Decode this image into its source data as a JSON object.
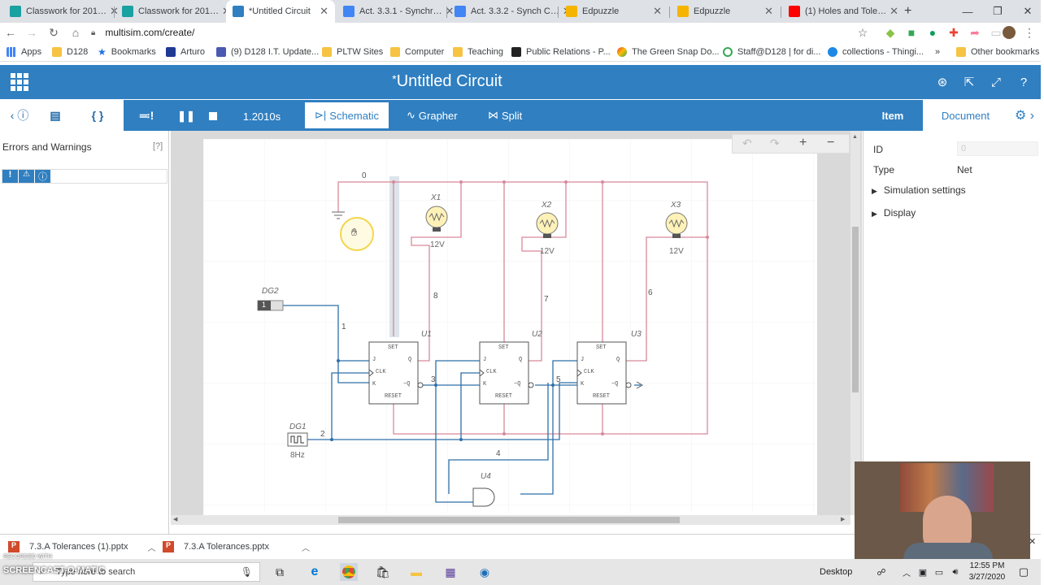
{
  "browser": {
    "tabs": [
      {
        "label": "Classwork for 201…",
        "color": "#1aa1a1"
      },
      {
        "label": "Classwork for 201…",
        "color": "#1aa1a1"
      },
      {
        "label": "*Untitled Circuit",
        "color": "#2f7fc1",
        "active": true
      },
      {
        "label": "Act. 3.3.1 - Synchr…",
        "color": "#4285f4"
      },
      {
        "label": "Act. 3.3.2 - Synch C…",
        "color": "#4285f4"
      },
      {
        "label": "Edpuzzle",
        "color": "#f5b400"
      },
      {
        "label": "Edpuzzle",
        "color": "#f5b400"
      },
      {
        "label": "(1) Holes and Tole…",
        "color": "#ff0000"
      }
    ],
    "url": "multisim.com/create/",
    "bookmarks": [
      {
        "label": "Apps",
        "icon": "apps-grid-icon"
      },
      {
        "label": "D128",
        "icon": "folder-icon"
      },
      {
        "label": "Bookmarks",
        "icon": "star-icon"
      },
      {
        "label": "Arturo",
        "icon": "p-icon"
      },
      {
        "label": "(9) D128 I.T. Update...",
        "icon": "chat-icon"
      },
      {
        "label": "PLTW Sites",
        "icon": "folder-icon"
      },
      {
        "label": "Computer",
        "icon": "folder-icon"
      },
      {
        "label": "Teaching",
        "icon": "folder-icon"
      },
      {
        "label": "Public Relations - P...",
        "icon": "pr-icon"
      },
      {
        "label": "The Green Snap Do...",
        "icon": "snap-icon"
      },
      {
        "label": "Staff@D128 | for di...",
        "icon": "g-icon"
      },
      {
        "label": "collections - Thingi...",
        "icon": "thingi-icon"
      },
      {
        "label": "Other bookmarks",
        "icon": "folder-icon"
      }
    ],
    "more_bookmarks": "»"
  },
  "app": {
    "title_mark": "*",
    "title": "Untitled Circuit",
    "sim_time": "1.2010s",
    "view_tabs": [
      "Schematic",
      "Grapher",
      "Split"
    ],
    "right_tabs": [
      "Item",
      "Document"
    ],
    "left_panel": {
      "title": "Errors and Warnings",
      "help": "[?]"
    },
    "properties": {
      "id_label": "ID",
      "id_value": "0",
      "type_label": "Type",
      "type_value": "Net",
      "sections": [
        "Simulation settings",
        "Display"
      ]
    }
  },
  "schematic": {
    "components": {
      "x1": "X1",
      "x2": "X2",
      "x3": "X3",
      "volt": "12V",
      "u1": "U1",
      "u2": "U2",
      "u3": "U3",
      "u4": "U4",
      "dg1": "DG1",
      "dg2": "DG2",
      "dg2_value": "1",
      "freq": "8Hz"
    },
    "nets": {
      "n0": "0",
      "n1": "1",
      "n2": "2",
      "n3": "3",
      "n4": "4",
      "n5": "5",
      "n6": "6",
      "n7": "7",
      "n8": "8"
    },
    "ff_pins": {
      "set": "SET",
      "reset": "RESET",
      "j": "J",
      "clk": "CLK",
      "k": "K",
      "q": "Q",
      "qn": "~Q"
    }
  },
  "downloads": [
    {
      "label": "7.3.A Tolerances (1).pptx"
    },
    {
      "label": "7.3.A Tolerances.pptx"
    }
  ],
  "taskbar": {
    "search": "Type here to search",
    "desktop": "Desktop",
    "time": "12:55 PM",
    "date": "3/27/2020",
    "watermark": "SCREENCAST-O-MATIC",
    "recorded": "RECORDED WITH"
  },
  "colors": {
    "brand": "#2f7fc1",
    "wire_red": "#d9889b",
    "wire_blue": "#2e6fa8"
  }
}
